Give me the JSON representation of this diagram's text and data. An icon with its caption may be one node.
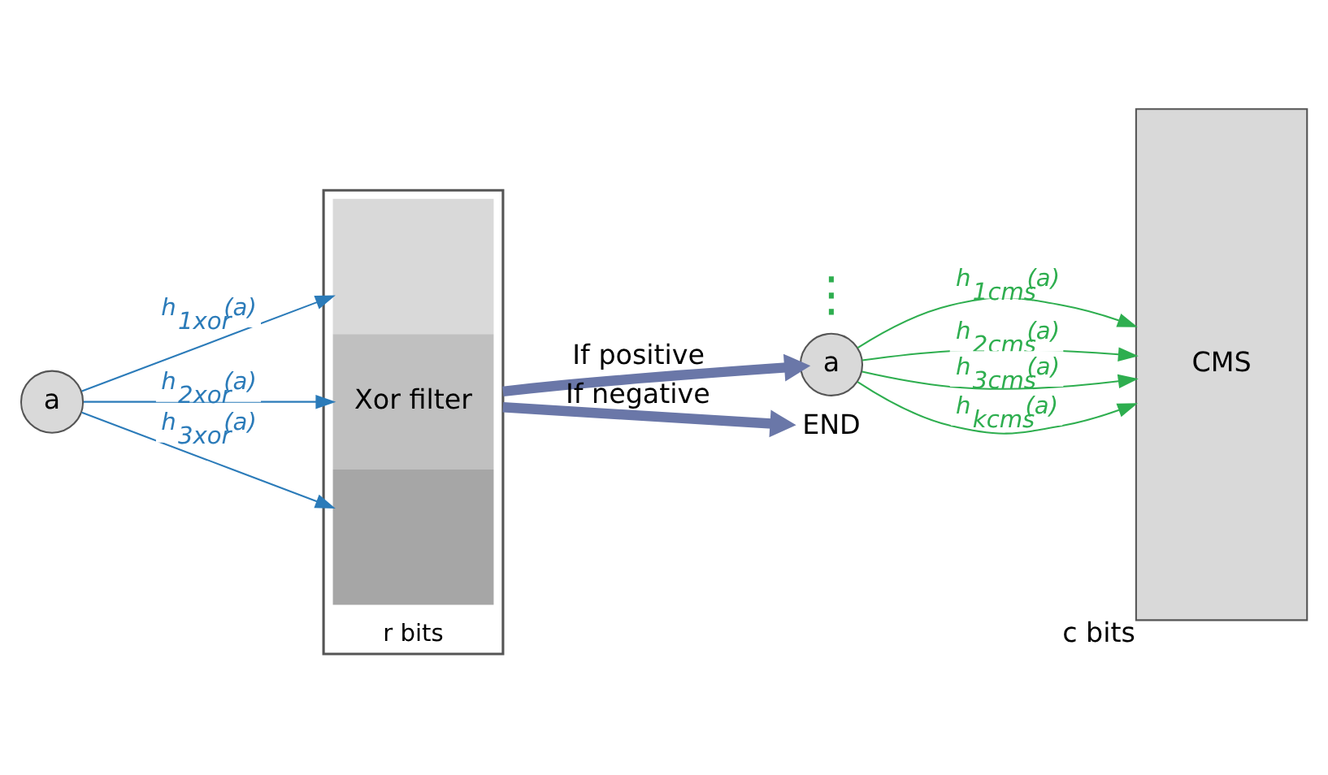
{
  "diagram": {
    "nodes": [
      {
        "text": [
          "a"
        ]
      },
      {
        "text": [],
        "shape": "box",
        "beside": [
          "r bits"
        ]
      },
      {
        "text": [],
        "shape": "box",
        "in": 1
      },
      {
        "text": [
          "Xor filter"
        ],
        "in": 1
      },
      {
        "text": [],
        "shape": "box",
        "in": 1
      },
      {
        "text": [
          "a"
        ]
      },
      {
        "text": [
          "END"
        ]
      },
      {
        "text": [
          "CMS"
        ],
        "beside": [
          "c bits"
        ]
      }
    ],
    "edges": [
      {
        "from": 0,
        "to": 2,
        "arrow": "to",
        "label": "h$_{1xor}$(a)",
        "color": "#2b7bb9"
      },
      {
        "from": 0,
        "to": 3,
        "arrow": "to",
        "label": "h$_{2xor}$(a)",
        "color": "#2b7bb9"
      },
      {
        "from": 0,
        "to": 4,
        "arrow": "to",
        "label": "h$_{3xor}$(a)",
        "color": "#2b7bb9"
      },
      {
        "from": 1,
        "to": 5,
        "arrow": "to",
        "label": "If positive",
        "style": "thick",
        "color": "#6a77a8"
      },
      {
        "from": 1,
        "to": 6,
        "arrow": "to",
        "label": "If negative",
        "style": "thick",
        "color": "#6a77a8"
      },
      {
        "from": 5,
        "to": 7,
        "arrow": "to",
        "label": "h$_{1cms}$(a)",
        "color": "#2eae4f"
      },
      {
        "from": 5,
        "to": 7,
        "arrow": "to",
        "label": "h$_{2cms}$(a)",
        "color": "#2eae4f"
      },
      {
        "from": 5,
        "to": 7,
        "arrow": "to",
        "label": "h$_{3cms}$(a)",
        "color": "#2eae4f"
      },
      {
        "from": 5,
        "to": 7,
        "arrow": "to",
        "label": "h$_{kcms}$(a)",
        "color": "#2eae4f"
      }
    ],
    "labels": [
      "⋮"
    ]
  }
}
